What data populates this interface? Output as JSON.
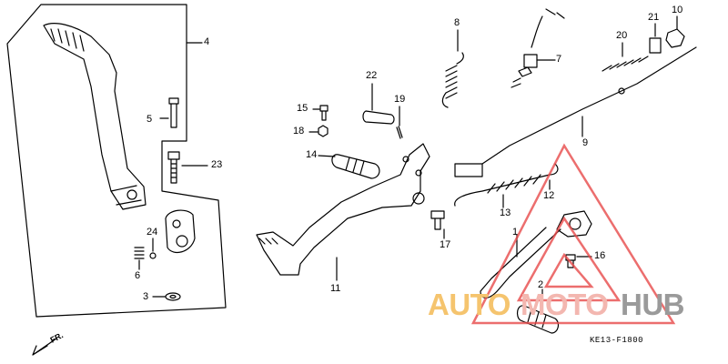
{
  "diagram": {
    "callouts": [
      "1",
      "2",
      "3",
      "4",
      "5",
      "6",
      "7",
      "8",
      "9",
      "10",
      "11",
      "12",
      "13",
      "14",
      "15",
      "16",
      "17",
      "18",
      "19",
      "20",
      "21",
      "22",
      "23",
      "24"
    ],
    "figure_code": "KE13-F1800",
    "front_indicator": "FR."
  },
  "watermark": {
    "part1": "AUTO",
    "part2": "MOTO",
    "part3": "HUB",
    "colors": {
      "auto": "#f5c46e",
      "moto": "#f3b7b0",
      "hub": "#9a9a9a",
      "triangle": "#e84a4a"
    }
  }
}
